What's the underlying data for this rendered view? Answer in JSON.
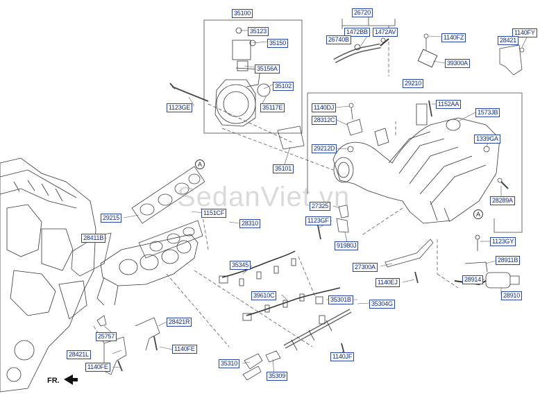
{
  "labels": {
    "l35100": "35100",
    "l35123": "35123",
    "l35150": "35150",
    "l35156A": "35156A",
    "l35102": "35102",
    "l35117E": "35117E",
    "l1123GE": "1123GE",
    "l35101": "35101",
    "l26720": "26720",
    "l1472BB": "1472BB",
    "l1472AV": "1472AV",
    "l26740B": "26740B",
    "l1140FZ": "1140FZ",
    "l39300A": "39300A",
    "l1140FY": "1140FY",
    "l28421": "28421",
    "l29210": "29210",
    "l1152AA": "1152AA",
    "l1140DJ": "1140DJ",
    "l1573JB": "1573JB",
    "l28312C": "28312C",
    "l29212D": "29212D",
    "l1339GA": "1339GA",
    "l28289A": "28289A",
    "l27325": "27325",
    "l1123GF": "1123GF",
    "l91980J": "91980J",
    "l29215": "29215",
    "l1151CF": "1151CF",
    "l28310": "28310",
    "l28411B": "28411B",
    "l35345": "35345",
    "l1123GY": "1123GY",
    "l28911B": "28911B",
    "l27300A": "27300A",
    "l1140EJ": "1140EJ",
    "l28914": "28914",
    "l28910": "28910",
    "l39610C": "39610C",
    "l35301B": "35301B",
    "l35304G": "35304G",
    "l25757": "25757",
    "l28421R": "28421R",
    "l1140FE_a": "1140FE",
    "l28421L": "28421L",
    "l1140FE_b": "1140FE",
    "l1140JF": "1140JF",
    "l35310": "35310",
    "l35309": "35309"
  },
  "callouts": {
    "a1": "A",
    "a2": "A"
  },
  "watermark": "SedanViet.vn",
  "direction": "FR.",
  "colors": {
    "label_text": "#0b2a8c",
    "label_border": "#2546a8",
    "line": "#444444"
  }
}
